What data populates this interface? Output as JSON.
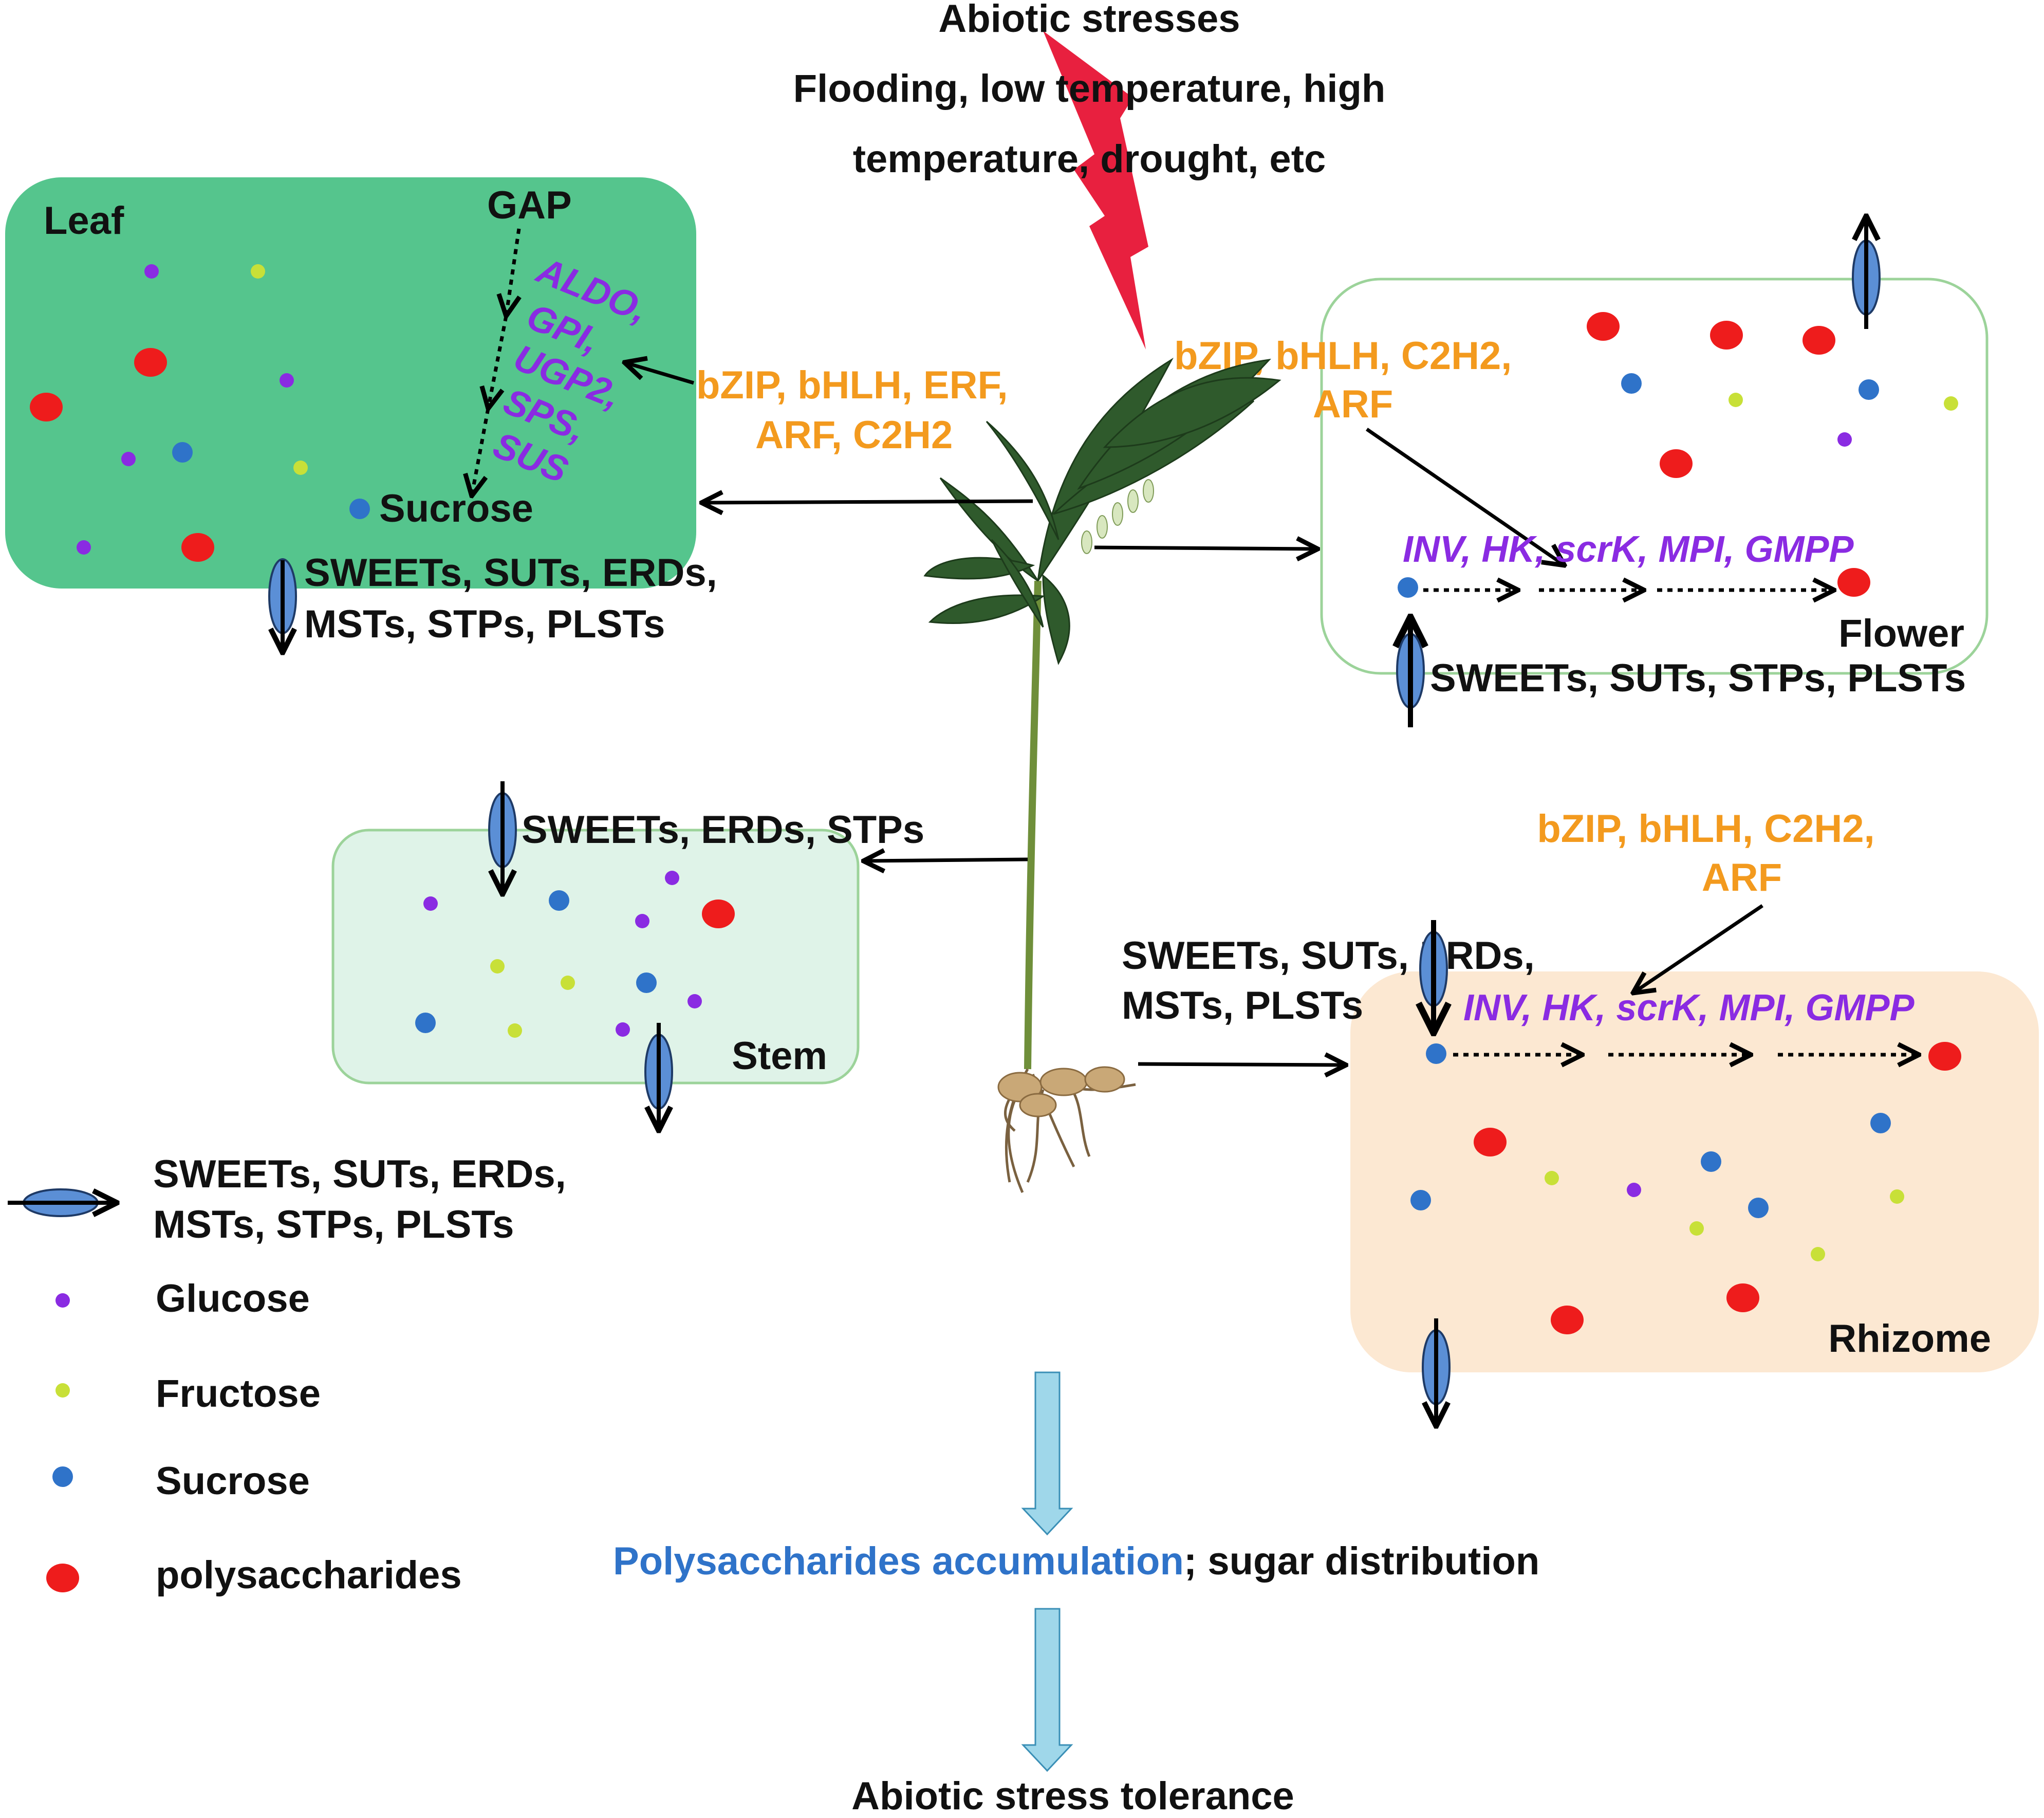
{
  "stress": {
    "title": "Abiotic stresses",
    "line1": "Flooding, low temperature, high",
    "line2": "temperature, drought, etc"
  },
  "leaf": {
    "label": "Leaf",
    "gap": "GAP",
    "enzymes": [
      "ALDO,",
      "GPI,",
      "UGP2,",
      "SPS,",
      "SUS"
    ],
    "sucrose": "Sucrose",
    "tf_line1": "bZIP, bHLH, ERF,",
    "tf_line2": "ARF, C2H2",
    "transporters_line1": "SWEETs, SUTs, ERDs,",
    "transporters_line2": "MSTs, STPs, PLSTs"
  },
  "flower": {
    "label": "Flower",
    "tf_line1": "bZIP, bHLH, C2H2,",
    "tf_line2": "ARF",
    "enzymes": "INV, HK, scrK, MPI, GMPP",
    "transporters": "SWEETs, SUTs, STPs, PLSTs"
  },
  "stem": {
    "label": "Stem",
    "transporters": "SWEETs, ERDs, STPs"
  },
  "rhizome": {
    "label": "Rhizome",
    "tf_line1": "bZIP, bHLH, C2H2,",
    "tf_line2": "ARF",
    "enzymes": "INV, HK, scrK, MPI, GMPP",
    "transporters_line1": "SWEETs, SUTs, ERDs,",
    "transporters_line2": "MSTs, PLSTs"
  },
  "legend": {
    "transporter_line1": "SWEETs, SUTs, ERDs,",
    "transporter_line2": "MSTs, STPs, PLSTs",
    "glucose": "Glucose",
    "fructose": "Fructose",
    "sucrose": "Sucrose",
    "polysaccharides": "polysaccharides"
  },
  "outcome": {
    "accumulation": "Polysaccharides accumulation",
    "distribution": "; sugar distribution",
    "tolerance": "Abiotic stress tolerance"
  },
  "colors": {
    "leaf_fill": "#55c58d",
    "stem_fill": "#dff3e8",
    "rhizome_fill": "#fce8d2",
    "box_border": "#9cd39a",
    "orange_text": "#f39a1e",
    "purple_text": "#8a2be2",
    "blue_text": "#2f73c9",
    "lightning": "#e8203f",
    "glucose": "#8a2be2",
    "fructose": "#c8e038",
    "sucrose": "#2f73c9",
    "polysaccharides": "#ee1c1c",
    "transporter": "#5b8fd6",
    "outcome_arrow": "#9fd7ea"
  }
}
